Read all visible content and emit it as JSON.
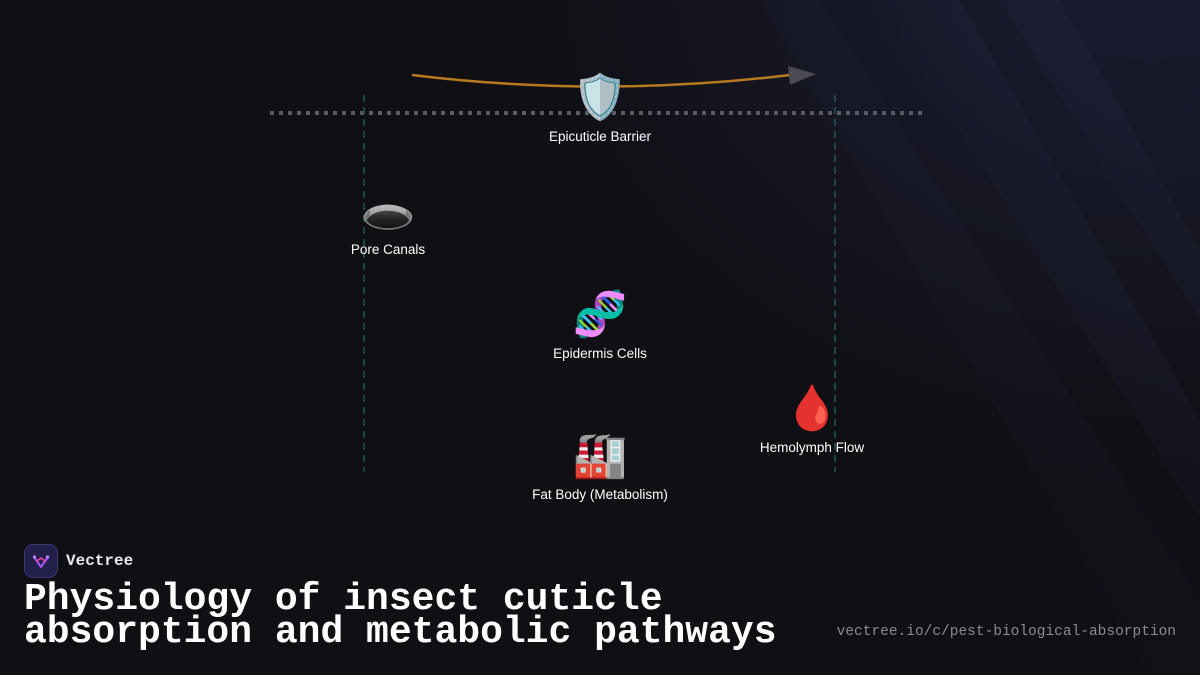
{
  "brand": {
    "name": "Vectree",
    "logo_icon": "vectree-logo-icon"
  },
  "title": "Physiology of insect cuticle absorption and metabolic pathways",
  "url": "vectree.io/c/pest-biological-absorption",
  "colors": {
    "background": "#0f0f14",
    "flow_arrow": "#b8791f",
    "arrow_head": "#4a4a52",
    "surface_line": "#5a5a62",
    "layer_guides": "#1e5a52",
    "label_text": "#ffffff",
    "url_text": "#8a8a92"
  },
  "nodes": {
    "epicuticle": {
      "label": "Epicuticle Barrier",
      "icon": "shield-icon",
      "glyph": "🛡️"
    },
    "pore_canals": {
      "label": "Pore Canals",
      "icon": "hole-icon",
      "glyph": "🕳️"
    },
    "epidermis": {
      "label": "Epidermis Cells",
      "icon": "dna-icon",
      "glyph": "🧬"
    },
    "hemolymph": {
      "label": "Hemolymph Flow",
      "icon": "blood-drop-icon",
      "glyph": "🩸"
    },
    "fat_body": {
      "label": "Fat Body (Metabolism)",
      "icon": "factory-icon",
      "glyph": "🏭"
    }
  }
}
